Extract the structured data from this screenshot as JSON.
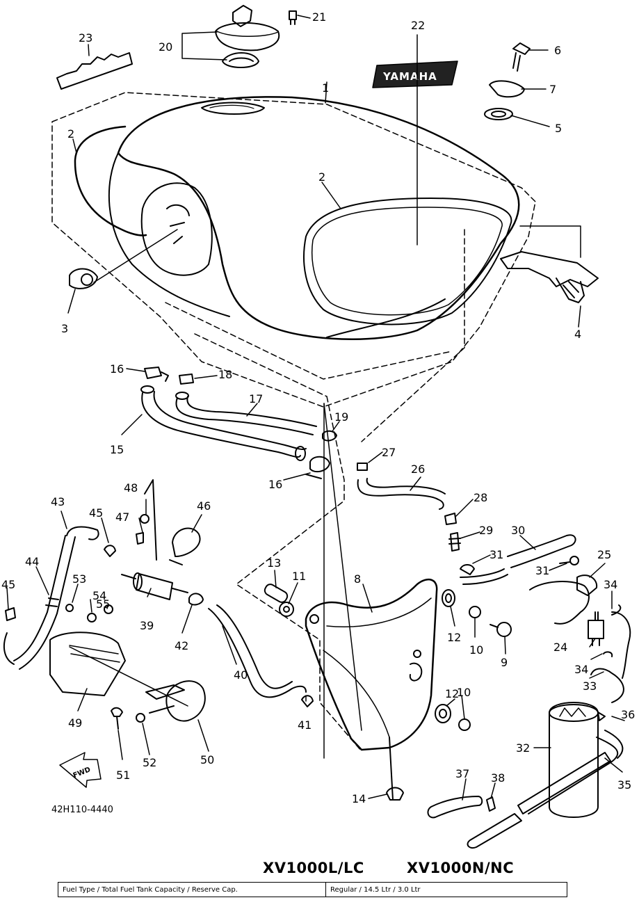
{
  "callouts": [
    "1",
    "2",
    "2",
    "3",
    "4",
    "5",
    "6",
    "7",
    "8",
    "9",
    "10",
    "10",
    "11",
    "12",
    "12",
    "13",
    "14",
    "15",
    "16",
    "16",
    "17",
    "18",
    "19",
    "20",
    "21",
    "22",
    "23",
    "24",
    "25",
    "26",
    "27",
    "28",
    "29",
    "30",
    "31",
    "31",
    "32",
    "33",
    "34",
    "34",
    "35",
    "36",
    "37",
    "38",
    "39",
    "40",
    "41",
    "42",
    "43",
    "44",
    "45",
    "45",
    "46",
    "47",
    "48",
    "49",
    "50",
    "51",
    "52",
    "53",
    "54",
    "55"
  ],
  "badge": "YAMAHA",
  "fwd_label": "FWD",
  "reference_code": "42H110-4440",
  "models": {
    "left": "XV1000L/LC",
    "right": "XV1000N/NC"
  },
  "spec": {
    "label": "Fuel Type / Total Fuel Tank Capacity / Reserve Cap.",
    "value": "Regular / 14.5 Ltr / 3.0 Ltr"
  }
}
